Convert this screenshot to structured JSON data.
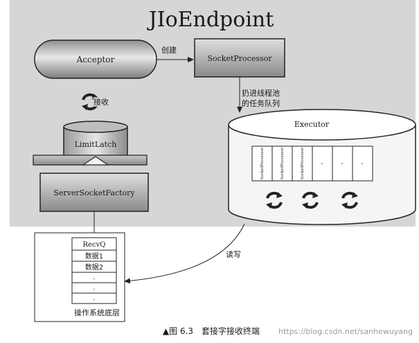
{
  "title": "JIoEndpoint",
  "nodes": {
    "acceptor": "Acceptor",
    "socket_processor": "SocketProcessor",
    "limit_latch": "LimitLatch",
    "server_socket_factory": "ServerSocketFactory",
    "executor": "Executor"
  },
  "edges": {
    "create": "创建",
    "receive": "接收",
    "submit_line1": "扔进线程池",
    "submit_line2": "的任务队列",
    "read_write": "读写"
  },
  "task_queue": {
    "slots": [
      "SocketProcessor",
      "SocketProcessor",
      "SocketProcessor",
      "-",
      "-",
      "-"
    ]
  },
  "recv_queue": {
    "header": "RecvQ",
    "rows": [
      "数据1",
      "数据2",
      ".",
      ".",
      "."
    ],
    "caption": "操作系统底层"
  },
  "figure_caption": "▲图 6.3　套接字接收终端",
  "watermark": "https://blog.csdn.net/sanhewuyang",
  "colors": {
    "background_panel": "#d6d6d6",
    "node_fill": "#a9a9a9",
    "stroke": "#222222",
    "executor_fill": "#f5f5f5"
  },
  "icons": {
    "rotation": "sync-cycle-icon"
  }
}
